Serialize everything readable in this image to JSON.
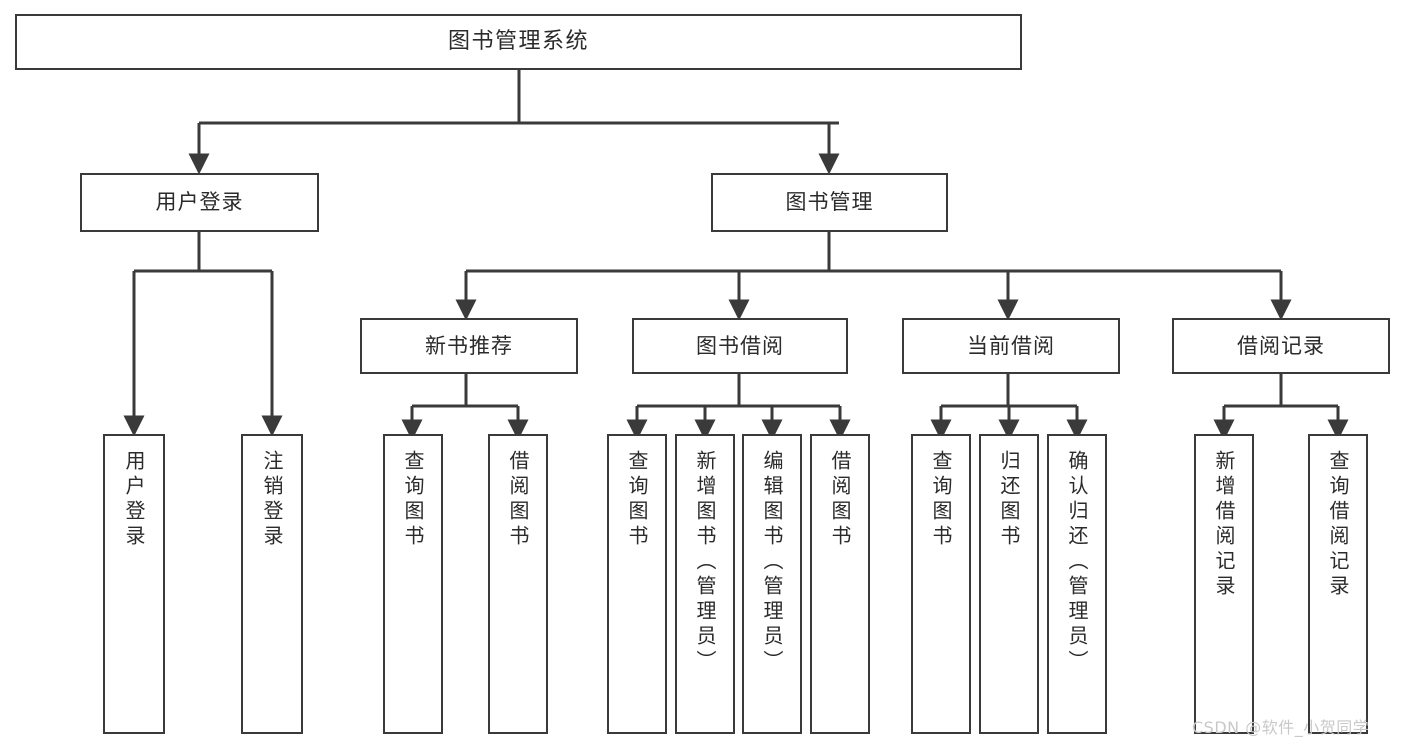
{
  "diagram": {
    "title": "图书管理系统",
    "type": "tree-hierarchy",
    "levels": 4
  },
  "root": {
    "label": "图书管理系统"
  },
  "level1": [
    {
      "label": "用户登录"
    },
    {
      "label": "图书管理"
    }
  ],
  "level2": [
    {
      "label": "新书推荐"
    },
    {
      "label": "图书借阅"
    },
    {
      "label": "当前借阅"
    },
    {
      "label": "借阅记录"
    }
  ],
  "leaves": {
    "user_login": [
      {
        "label": "用户登录"
      },
      {
        "label": "注销登录"
      }
    ],
    "new_book": [
      {
        "label": "查询图书"
      },
      {
        "label": "借阅图书"
      }
    ],
    "book_borrow": [
      {
        "label": "查询图书"
      },
      {
        "label": "新增图书（管理员）"
      },
      {
        "label": "编辑图书（管理员）"
      },
      {
        "label": "借阅图书"
      }
    ],
    "current_borrow": [
      {
        "label": "查询图书"
      },
      {
        "label": "归还图书"
      },
      {
        "label": "确认归还（管理员）"
      }
    ],
    "borrow_record": [
      {
        "label": "新增借阅记录"
      },
      {
        "label": "查询借阅记录"
      }
    ]
  },
  "watermark": {
    "text": "CSDN @软件_小贺同学"
  },
  "colors": {
    "stroke": "#3a3a3a",
    "text": "#2b2b2b",
    "background": "#ffffff",
    "watermark": "#c9c9c9"
  }
}
